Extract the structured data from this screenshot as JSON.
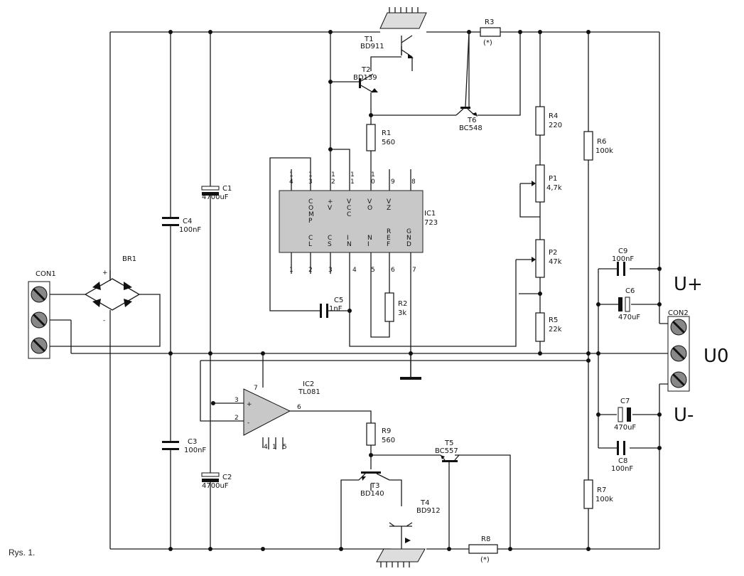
{
  "caption": "Rys. 1.",
  "outputs": {
    "u_plus": "U+",
    "u_zero": "U0",
    "u_minus": "U-"
  },
  "connectors": {
    "con1": "CON1",
    "con2": "CON2"
  },
  "bridge": {
    "ref": "BR1",
    "plus": "+",
    "minus": "-"
  },
  "transistors": {
    "t1": {
      "ref": "T1",
      "part": "BD911"
    },
    "t2": {
      "ref": "T2",
      "part": "BD139"
    },
    "t3": {
      "ref": "T3",
      "part": "BD140"
    },
    "t4": {
      "ref": "T4",
      "part": "BD912"
    },
    "t5": {
      "ref": "T5",
      "part": "BC557"
    },
    "t6": {
      "ref": "T6",
      "part": "BC548"
    }
  },
  "resistors": {
    "r1": {
      "ref": "R1",
      "value": "560"
    },
    "r2": {
      "ref": "R2",
      "value": "3k"
    },
    "r3": {
      "ref": "R3",
      "value": "(*)"
    },
    "r4": {
      "ref": "R4",
      "value": "220"
    },
    "r5": {
      "ref": "R5",
      "value": "22k"
    },
    "r6": {
      "ref": "R6",
      "value": "100k"
    },
    "r7": {
      "ref": "R7",
      "value": "100k"
    },
    "r8": {
      "ref": "R8",
      "value": "(*)"
    },
    "r9": {
      "ref": "R9",
      "value": "560"
    }
  },
  "pots": {
    "p1": {
      "ref": "P1",
      "value": "4,7k"
    },
    "p2": {
      "ref": "P2",
      "value": "47k"
    }
  },
  "capacitors": {
    "c1": {
      "ref": "C1",
      "value": "4700uF"
    },
    "c2": {
      "ref": "C2",
      "value": "4700uF"
    },
    "c3": {
      "ref": "C3",
      "value": "100nF"
    },
    "c4": {
      "ref": "C4",
      "value": "100nF"
    },
    "c5": {
      "ref": "C5",
      "value": "1nF"
    },
    "c6": {
      "ref": "C6",
      "value": "470uF"
    },
    "c7": {
      "ref": "C7",
      "value": "470uF"
    },
    "c8": {
      "ref": "C8",
      "value": "100nF"
    },
    "c9": {
      "ref": "C9",
      "value": "100nF"
    }
  },
  "ic1": {
    "ref": "IC1",
    "part": "723",
    "top_pins": [
      "1\n4",
      "1\n3",
      "1\n2",
      "1\n1",
      "1\n0",
      "9",
      "8"
    ],
    "top_labels": [
      "",
      "COMP",
      "+\nV",
      "VCC",
      "VO",
      "VZ",
      ""
    ],
    "bottom_labels": [
      "",
      "CL",
      "CS",
      "IN",
      "NI",
      "REF",
      "GND"
    ],
    "bottom_pins": [
      "1",
      "2",
      "3",
      "4",
      "5",
      "6",
      "7"
    ]
  },
  "ic2": {
    "ref": "IC2",
    "part": "TL081",
    "pin_in_plus": "3",
    "pin_in_minus": "2",
    "pin_out": "6",
    "pin_supply": "7",
    "pins_bottom": [
      "4",
      "1",
      "5"
    ],
    "sign_plus": "+",
    "sign_minus": "-"
  }
}
